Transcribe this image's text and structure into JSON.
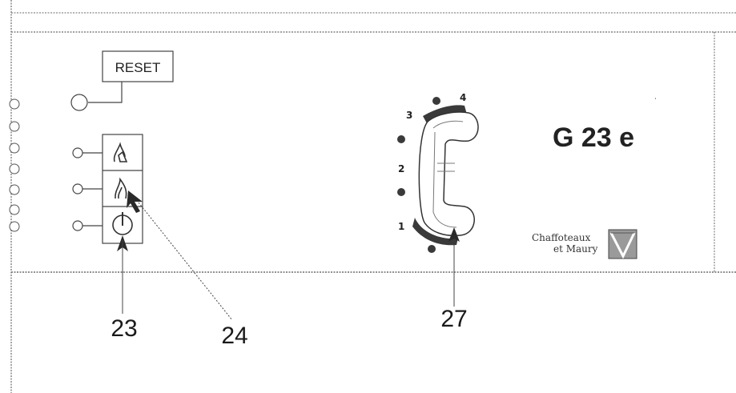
{
  "panel": {
    "reset_label": "RESET",
    "model_label": "G 23 e",
    "brand_line1": "Chaffoteaux",
    "brand_line2": "et Maury"
  },
  "dial": {
    "scale_labels": [
      "1",
      "2",
      "3",
      "4"
    ]
  },
  "callouts": [
    "23",
    "24",
    "27"
  ]
}
